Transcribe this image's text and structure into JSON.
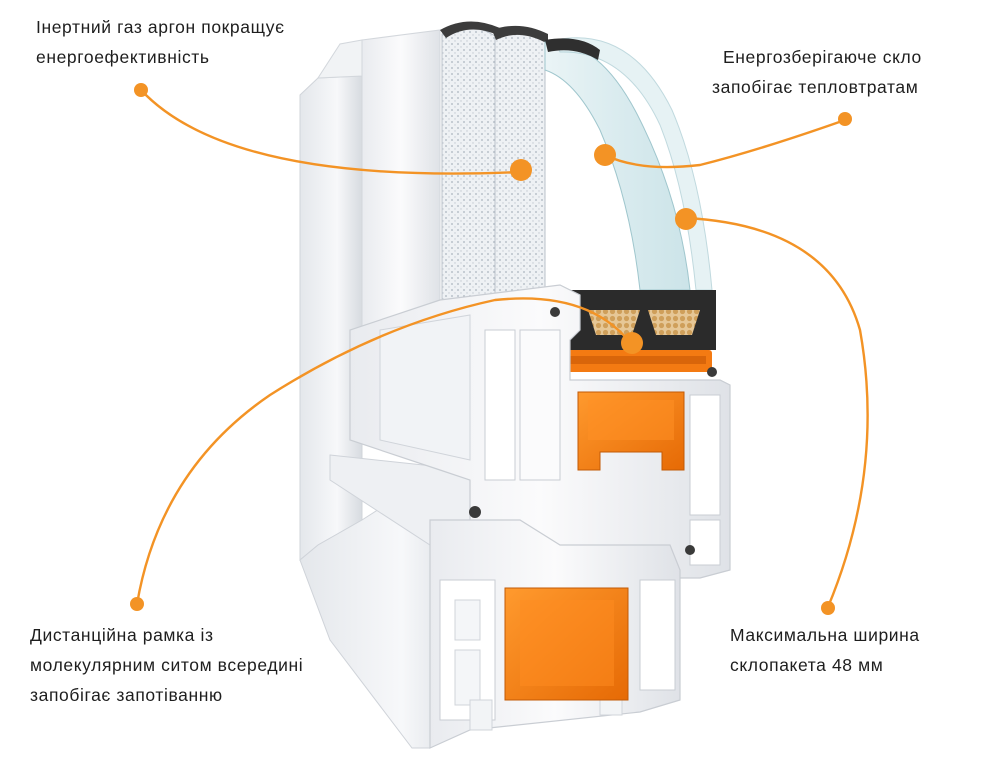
{
  "colors": {
    "accent": "#f39325",
    "profile_white": "#f4f5f7",
    "profile_shadow": "#cfd3d9",
    "reinforcement_orange": "#f07a10",
    "spacer_dark": "#2b2b2b",
    "sieve_beads": "#d8b480",
    "glass_tint": "#cfe6ea"
  },
  "callouts": [
    {
      "id": "argon",
      "lines": [
        "Інертний газ аргон покращує",
        "енергоефективність"
      ]
    },
    {
      "id": "glass",
      "lines": [
        "Енергозберігаюче скло",
        "запобігає тепловтратам"
      ]
    },
    {
      "id": "spacer",
      "lines": [
        "Дистанційна рамка із",
        "молекулярним ситом всередині",
        "запобігає запотіванню"
      ]
    },
    {
      "id": "width",
      "lines": [
        "Максимальна ширина",
        "склопакета 48 мм"
      ]
    }
  ]
}
